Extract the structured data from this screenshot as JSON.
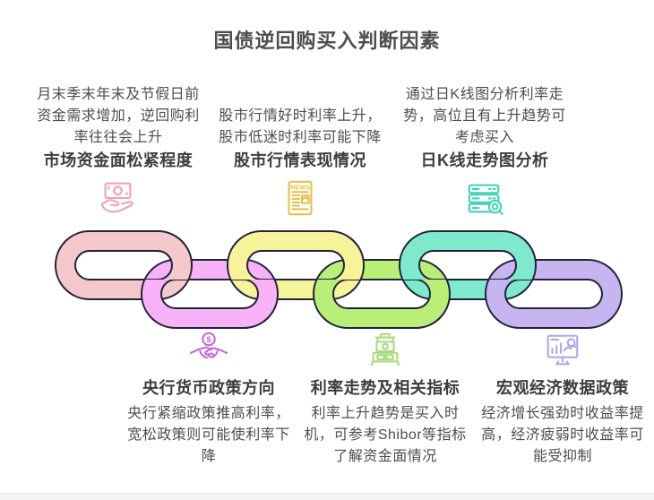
{
  "title": "国债逆回购买入判断因素",
  "colors": {
    "title": "#4d4d4d",
    "heading": "#3d3d3d",
    "body": "#4d4d4d",
    "chain_outline": "#23233a",
    "footer_bar": "#f5f5f6"
  },
  "top_factors": [
    {
      "heading": "市场资金面松紧程度",
      "description": "月末季末年末及节假日前资金需求增加，逆回购利率往往会上升",
      "icon": "money-in-hand-icon",
      "icon_color": "#f49fba"
    },
    {
      "heading": "股市行情表现情况",
      "description": "股市行情好时利率上升，股市低迷时利率可能下降",
      "icon": "news-icon",
      "icon_text": "NEWS",
      "icon_color": "#e5c14b"
    },
    {
      "heading": "日K线走势图分析",
      "description": "通过日K线图分析利率走势，高位且有上升趋势可考虑买入",
      "icon": "server-search-icon",
      "icon_color": "#3fd4b3"
    }
  ],
  "bottom_factors": [
    {
      "heading": "央行货币政策方向",
      "description": "央行紧缩政策推高利率，宽松政策则可能使利率下降",
      "icon": "handshake-dollar-icon",
      "icon_text": "$",
      "icon_color": "#c66ad8"
    },
    {
      "heading": "利率走势及相关指标",
      "description": "利率上升趋势是买入时机，可参考Shibor等指标了解资金面情况",
      "icon": "money-printer-icon",
      "icon_color": "#aadb7f"
    },
    {
      "heading": "宏观经济数据政策",
      "description": "经济增长强劲时收益率提高，经济疲弱时收益率可能受抑制",
      "icon": "monitor-chart-icon",
      "icon_color": "#b4a6ea"
    }
  ],
  "chain": {
    "link_colors": [
      "#f5c9cb",
      "#f8b3f8",
      "#f7f39b",
      "#b9ee79",
      "#7fe9cd",
      "#c7b5f2"
    ]
  }
}
